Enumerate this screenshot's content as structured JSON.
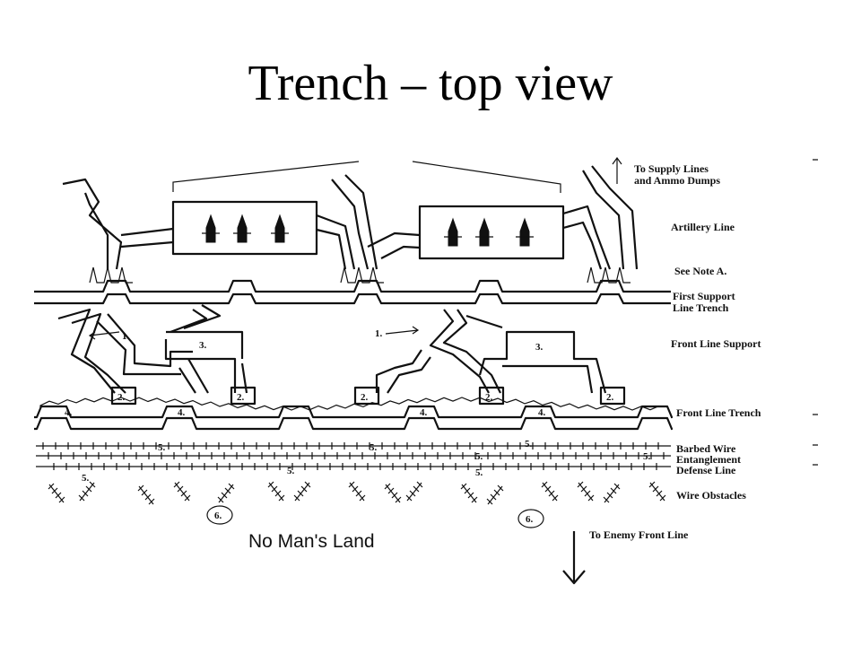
{
  "slide": {
    "title": "Trench – top view"
  },
  "labels": {
    "supply": [
      "To Supply Lines",
      "and Ammo Dumps"
    ],
    "artillery": "Artillery Line",
    "note": "See Note A.",
    "first_support": [
      "First Support",
      "Line Trench"
    ],
    "front_support": "Front Line Support",
    "front_trench": "Front Line Trench",
    "barbed": [
      "Barbed Wire",
      "Entanglement",
      "Defense Line"
    ],
    "obstacles": "Wire Obstacles",
    "enemy": "To Enemy Front Line",
    "no_mans_land": "No Man's Land"
  },
  "markers": {
    "one": "1.",
    "two": "2.",
    "three": "3.",
    "four": "4.",
    "five": "5.",
    "six": "6."
  },
  "colors": {
    "ink": "#111111",
    "background": "#ffffff"
  }
}
